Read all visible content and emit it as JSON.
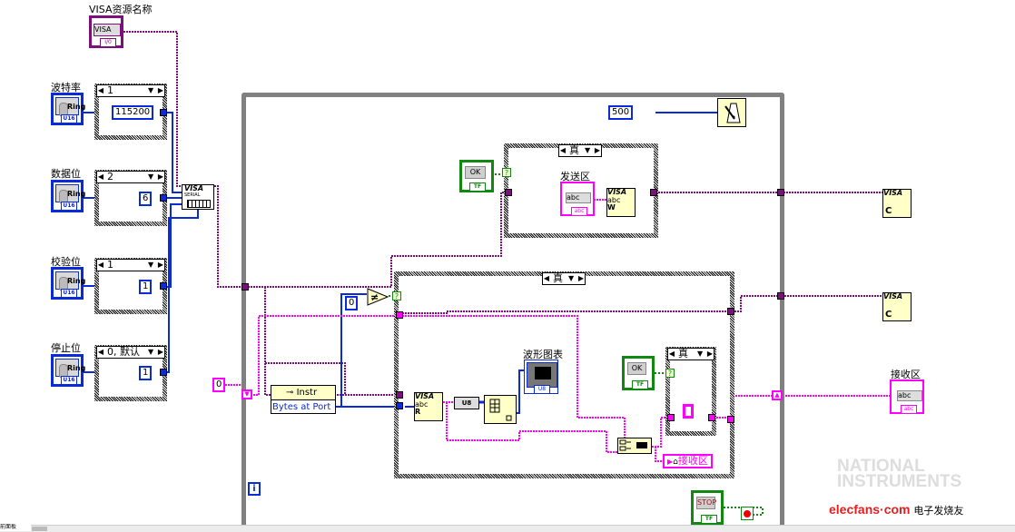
{
  "controls": {
    "visa_resource": {
      "label": "VISA资源名称",
      "value": "VISA",
      "type_tag": "I/0"
    },
    "baud_rate": {
      "label": "波特率",
      "ring_text": "Ring",
      "type_tag": "U16",
      "case_selector": "1",
      "constant": "115200"
    },
    "data_bits": {
      "label": "数据位",
      "ring_text": "Ring",
      "type_tag": "U16",
      "case_selector": "2",
      "constant": "6"
    },
    "parity": {
      "label": "校验位",
      "ring_text": "Ring",
      "type_tag": "U16",
      "case_selector": "1",
      "constant": "1"
    },
    "stop_bits": {
      "label": "停止位",
      "ring_text": "Ring",
      "type_tag": "U16",
      "case_selector": "0, 默认",
      "constant": "1"
    }
  },
  "nodes": {
    "visa_serial": {
      "line1": "VISA",
      "line2": "SERIAL"
    },
    "wait_constant": "500",
    "string_init_constant": "0",
    "compare_constant": "0",
    "property_node": {
      "ref": "Instr",
      "property": "Bytes at Port"
    },
    "send_case_selector": "真",
    "send_label": "发送区",
    "send_control_text": "abc",
    "send_type_tag": "abc",
    "visa_write": {
      "title": "VISA",
      "text": "abc",
      "mode": "W"
    },
    "read_case_selector": "真",
    "visa_read": {
      "title": "VISA",
      "text": "abc",
      "mode": "R"
    },
    "u8_convert": "U8",
    "waveform_label": "波形图表",
    "waveform_type_tag": "U8",
    "inner_case_selector": "真",
    "ok_button_1": {
      "text": "OK",
      "type_tag": "TF"
    },
    "ok_button_2": {
      "text": "OK",
      "type_tag": "TF"
    },
    "local_variable": "接收区",
    "visa_close_1": {
      "title": "VISA",
      "mode": "C"
    },
    "visa_close_2": {
      "title": "VISA",
      "mode": "C"
    },
    "receive_label": "接收区",
    "receive_indicator_text": "abc",
    "receive_type_tag": "abc",
    "stop_button": {
      "text": "STOP",
      "type_tag": "TF"
    },
    "iteration": "i",
    "select_node": "?"
  },
  "watermark": {
    "brand_line1": "NATIONAL",
    "brand_line2": "INSTRUMENTS",
    "site": "elecfans·com",
    "site_cn": "电子发烧友"
  },
  "status_bar": {
    "left_text": "前面板"
  }
}
